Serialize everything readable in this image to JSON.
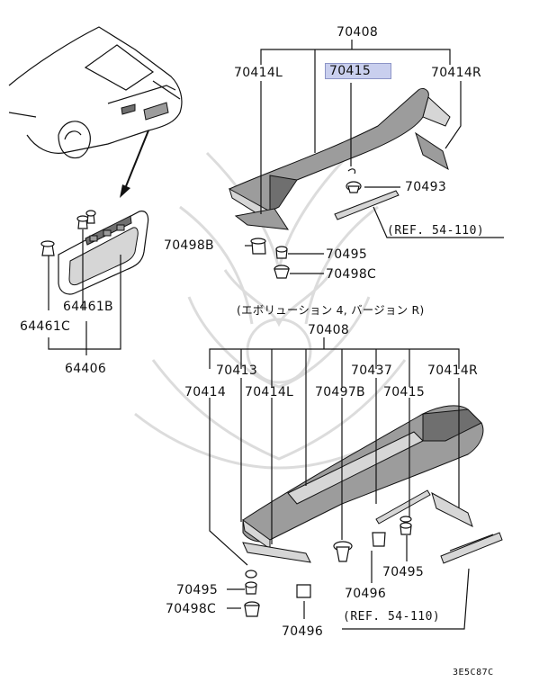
{
  "labels": {
    "p70408_top": "70408",
    "p70414L_top": "70414L",
    "p70415_top": "70415",
    "p70414R_top": "70414R",
    "p70493": "70493",
    "ref_top": "(REF. 54-110)",
    "p70498B": "70498B",
    "p70495_top": "70495",
    "p70498C_top": "70498C",
    "p64461B": "64461B",
    "p64461C": "64461C",
    "p64406": "64406",
    "evolution_note": "(エボリューション 4, バージョン R)",
    "p70408_bot": "70408",
    "p70413": "70413",
    "p70437": "70437",
    "p70414R_bot": "70414R",
    "p70414": "70414",
    "p70414L_bot": "70414L",
    "p70497B": "70497B",
    "p70415_bot": "70415",
    "p70495_bl": "70495",
    "p70498C_bl": "70498C",
    "p70496_mid": "70496",
    "p70496_right": "70496",
    "p70495_right": "70495",
    "ref_bot": "(REF. 54-110)",
    "code": "3E5C87C"
  },
  "highlight_color": "#c9cfee"
}
